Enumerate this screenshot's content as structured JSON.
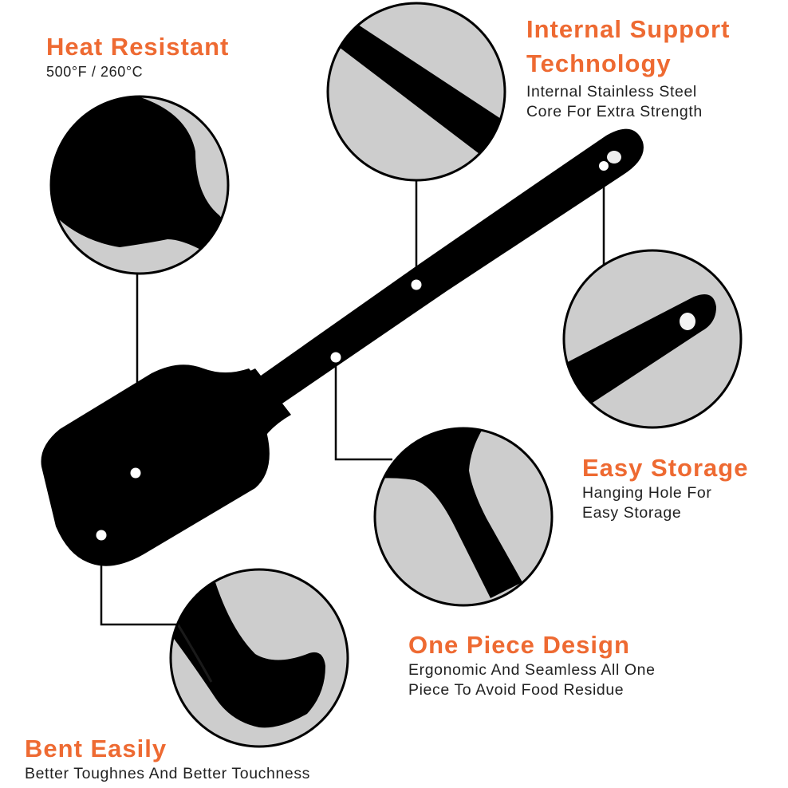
{
  "colors": {
    "accent": "#ee6a32",
    "text": "#222222",
    "product": "#000000",
    "circle_fill": "#cdcdcd",
    "background": "#ffffff"
  },
  "product": {
    "name": "silicone spatula",
    "callout_dots": 6
  },
  "features": [
    {
      "id": "heat-resistant",
      "title": "Heat Resistant",
      "desc_lines": [
        "500°F / 260°C"
      ]
    },
    {
      "id": "internal-support",
      "title_lines": [
        "Internal Support",
        "Technology"
      ],
      "desc_lines": [
        "Internal Stainless Steel",
        "Core For Extra Strength"
      ]
    },
    {
      "id": "easy-storage",
      "title": "Easy Storage",
      "desc_lines": [
        "Hanging Hole For",
        "Easy Storage"
      ]
    },
    {
      "id": "one-piece-design",
      "title": "One Piece Design",
      "desc_lines": [
        "Ergonomic And Seamless All One",
        "Piece To Avoid Food Residue"
      ]
    },
    {
      "id": "bent-easily",
      "title": "Bent Easily",
      "desc_lines": [
        "Better Toughnes And Better Touchness"
      ]
    }
  ]
}
